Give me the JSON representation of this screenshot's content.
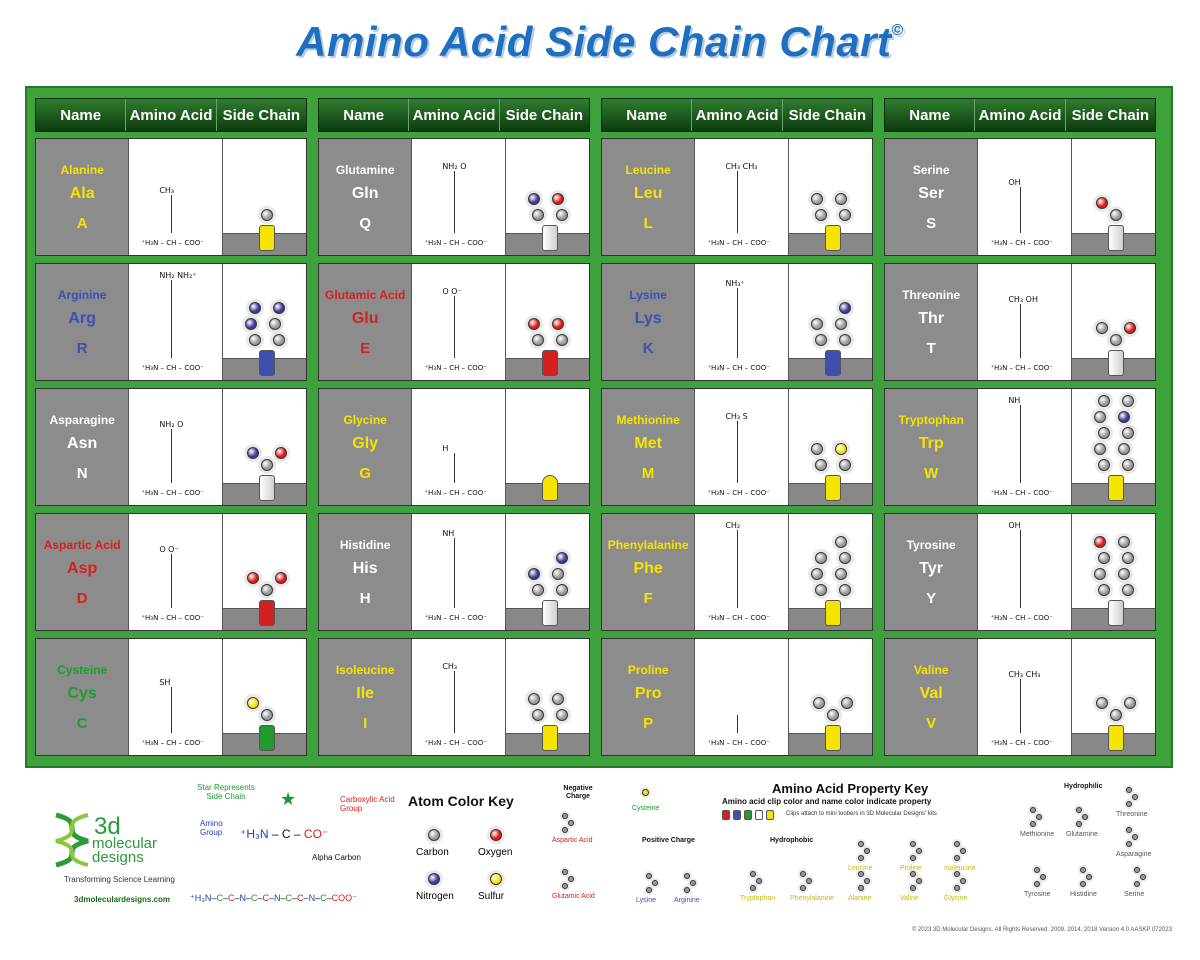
{
  "title": "Amino Acid Side Chain Chart",
  "copyright_mark": "©",
  "headers": [
    "Name",
    "Amino Acid",
    "Side Chain"
  ],
  "property_colors": {
    "hydrophobic": "#f5e400",
    "hydrophilic": "#ffffff",
    "negative": "#d42020",
    "positive": "#3f4fb0",
    "cysteine": "#1f9b2f"
  },
  "quadrants": [
    {
      "rows": [
        {
          "name": "Alanine",
          "abbr3": "Ala",
          "abbr1": "A",
          "property": "hydrophobic",
          "chain": "CH₃",
          "balls": [
            "gray"
          ]
        },
        {
          "name": "Arginine",
          "abbr3": "Arg",
          "abbr1": "R",
          "property": "positive",
          "chain": "NH₂ NH₂⁺",
          "balls": [
            "blue",
            "blue",
            "blue",
            "gray",
            "gray",
            "gray"
          ]
        },
        {
          "name": "Asparagine",
          "abbr3": "Asn",
          "abbr1": "N",
          "property": "hydrophilic",
          "chain": "NH₂ O",
          "balls": [
            "blue",
            "red",
            "gray"
          ]
        },
        {
          "name": "Aspartic Acid",
          "abbr3": "Asp",
          "abbr1": "D",
          "property": "negative",
          "chain": "O O⁻",
          "balls": [
            "red",
            "red",
            "gray"
          ]
        },
        {
          "name": "Cysteine",
          "abbr3": "Cys",
          "abbr1": "C",
          "property": "cysteine",
          "chain": "SH",
          "balls": [
            "yellow",
            "gray"
          ]
        }
      ]
    },
    {
      "rows": [
        {
          "name": "Glutamine",
          "abbr3": "Gln",
          "abbr1": "Q",
          "property": "hydrophilic",
          "chain": "NH₂ O",
          "balls": [
            "blue",
            "red",
            "gray",
            "gray"
          ]
        },
        {
          "name": "Glutamic Acid",
          "abbr3": "Glu",
          "abbr1": "E",
          "property": "negative",
          "chain": "O O⁻",
          "balls": [
            "red",
            "red",
            "gray",
            "gray"
          ]
        },
        {
          "name": "Glycine",
          "abbr3": "Gly",
          "abbr1": "G",
          "property": "hydrophobic",
          "chain": "H",
          "balls": []
        },
        {
          "name": "Histidine",
          "abbr3": "His",
          "abbr1": "H",
          "property": "hydrophilic",
          "chain": "NH",
          "balls": [
            "blue",
            "blue",
            "gray",
            "gray",
            "gray"
          ]
        },
        {
          "name": "Isoleucine",
          "abbr3": "Ile",
          "abbr1": "I",
          "property": "hydrophobic",
          "chain": "CH₃",
          "balls": [
            "gray",
            "gray",
            "gray",
            "gray"
          ]
        }
      ]
    },
    {
      "rows": [
        {
          "name": "Leucine",
          "abbr3": "Leu",
          "abbr1": "L",
          "property": "hydrophobic",
          "chain": "CH₃ CH₃",
          "balls": [
            "gray",
            "gray",
            "gray",
            "gray"
          ]
        },
        {
          "name": "Lysine",
          "abbr3": "Lys",
          "abbr1": "K",
          "property": "positive",
          "chain": "NH₃⁺",
          "balls": [
            "blue",
            "gray",
            "gray",
            "gray",
            "gray"
          ]
        },
        {
          "name": "Methionine",
          "abbr3": "Met",
          "abbr1": "M",
          "property": "hydrophobic",
          "chain": "CH₃ S",
          "balls": [
            "gray",
            "yellow",
            "gray",
            "gray"
          ]
        },
        {
          "name": "Phenylalanine",
          "abbr3": "Phe",
          "abbr1": "F",
          "property": "hydrophobic",
          "chain": "CH₂",
          "balls": [
            "gray",
            "gray",
            "gray",
            "gray",
            "gray",
            "gray",
            "gray"
          ]
        },
        {
          "name": "Proline",
          "abbr3": "Pro",
          "abbr1": "P",
          "property": "hydrophobic",
          "chain": "",
          "balls": [
            "gray",
            "gray",
            "gray"
          ]
        }
      ]
    },
    {
      "rows": [
        {
          "name": "Serine",
          "abbr3": "Ser",
          "abbr1": "S",
          "property": "hydrophilic",
          "chain": "OH",
          "balls": [
            "red",
            "gray"
          ]
        },
        {
          "name": "Threonine",
          "abbr3": "Thr",
          "abbr1": "T",
          "property": "hydrophilic",
          "chain": "CH₃ OH",
          "balls": [
            "gray",
            "red",
            "gray"
          ]
        },
        {
          "name": "Tryptophan",
          "abbr3": "Trp",
          "abbr1": "W",
          "property": "hydrophobic",
          "chain": "NH",
          "balls": [
            "gray",
            "gray",
            "gray",
            "blue",
            "gray",
            "gray",
            "gray",
            "gray",
            "gray",
            "gray"
          ]
        },
        {
          "name": "Tyrosine",
          "abbr3": "Tyr",
          "abbr1": "Y",
          "property": "hydrophilic",
          "chain": "OH",
          "balls": [
            "red",
            "gray",
            "gray",
            "gray",
            "gray",
            "gray",
            "gray",
            "gray"
          ]
        },
        {
          "name": "Valine",
          "abbr3": "Val",
          "abbr1": "V",
          "property": "hydrophobic",
          "chain": "CH₃ CH₃",
          "balls": [
            "gray",
            "gray",
            "gray"
          ]
        }
      ]
    }
  ],
  "backbone_label": "⁺H₃N – CH – COO⁻",
  "legend": {
    "company": {
      "logo_text": "3d",
      "logo_line2": "molecular",
      "logo_line3": "designs",
      "tagline": "Transforming Science Learning",
      "url": "3dmoleculardesigns.com"
    },
    "structure": {
      "star": "Star Represents Side Chain",
      "carboxylic": "Carboxylic Acid Group",
      "amino": "Amino Group",
      "alpha": "Alpha Carbon"
    },
    "atom_key": {
      "title": "Atom Color Key",
      "atoms": [
        {
          "name": "Carbon",
          "color": "#9a9a9a"
        },
        {
          "name": "Oxygen",
          "color": "#e01818"
        },
        {
          "name": "Nitrogen",
          "color": "#3a3a9a"
        },
        {
          "name": "Sulfur",
          "color": "#f2e600"
        }
      ]
    },
    "negative": {
      "title": "Negative Charge",
      "items": [
        "Aspartic Acid",
        "Glutamic Acid"
      ]
    },
    "cysteine_label": "Cysteine",
    "positive": {
      "title": "Positive Charge",
      "items": [
        "Lysine",
        "Arginine"
      ]
    },
    "property_key": {
      "title": "Amino Acid Property Key",
      "subtitle": "Amino acid clip color and name color indicate property",
      "note": "Clips attach to mini toobers in 3D Molecular Designs' kits"
    },
    "hydrophobic": {
      "title": "Hydrophobic",
      "items": [
        "Leucine",
        "Proline",
        "Isoleucine",
        "Tryptophan",
        "Phenylalanine",
        "Alanine",
        "Valine",
        "Glycine"
      ]
    },
    "hydrophilic": {
      "title": "Hydrophilic",
      "items": [
        "Threonine",
        "Methionine",
        "Glutamine",
        "Asparagine",
        "Tyrosine",
        "Histidine",
        "Serine"
      ]
    },
    "footer": "© 2023 3D Molecular Designs. All Rights Reserved. 2009, 2014, 2018   Version 4.0   AASKP  072023"
  }
}
